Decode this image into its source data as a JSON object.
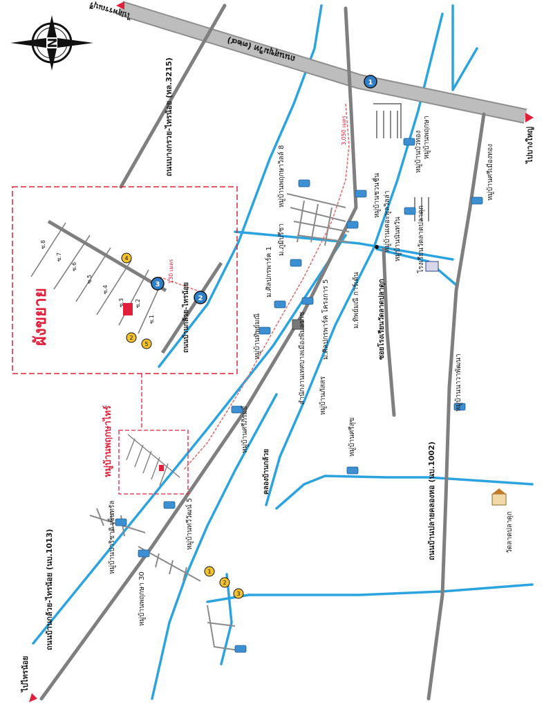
{
  "colors": {
    "road_main": "#b7b7b7",
    "road_edge": "#8e8e8e",
    "water": "#2aa3de",
    "red": "#e0203a",
    "route": "#e06a6a",
    "marker_blue": "#2f80c8",
    "marker_yellow": "#f2c12e",
    "village_icon": "#3c8fd0"
  },
  "compass": {
    "letter": "N",
    "icon": "compass-rose-icon"
  },
  "roads": {
    "highway_top": "ถนนสุขุมวิท (๓๒๔)",
    "bang_kruai_sai_noi": "ถนนบางกรวย-ไทรน้อย (ทล.3215)",
    "ban_kluay_sai_noi": "ถนนบ้านกล้วย-ไทรน้อย (นบ.1013)",
    "wat_plak_pak": "ถนนบ้านปลายคลองหอ (นบ.1002)",
    "enlarged_road": "ถนนบ้านกล้วย-ไทรน้อย",
    "direction_top": "ไปบางใหญ่",
    "direction_bottom": "ไปไทรน้อย",
    "direction_top_left": "ไปสุพรรณบุรี"
  },
  "distances": {
    "main_route": "3,050 เมตร",
    "inset_route": "130 เมตร"
  },
  "enlarged_panel": {
    "title": "ผังขยาย",
    "sois": [
      "ซ.1",
      "ซ.2",
      "ซ.3",
      "ซ.4",
      "ซ.5",
      "ซ.6",
      "ซ.7",
      "ซ.8"
    ]
  },
  "highlight_label": "หมู่บ้านพฤกษาไทร์",
  "markers": [
    {
      "id": "marker-1",
      "label": "1",
      "kind": "blue"
    },
    {
      "id": "marker-2",
      "label": "2",
      "kind": "blue"
    },
    {
      "id": "marker-3",
      "label": "3",
      "kind": "blue"
    },
    {
      "id": "marker-4",
      "label": "4",
      "kind": "yellow"
    },
    {
      "id": "marker-5",
      "label": "5",
      "kind": "yellow"
    },
    {
      "id": "marker-6",
      "label": "2",
      "kind": "yellow"
    },
    {
      "id": "marker-7",
      "label": "1",
      "kind": "yellow"
    },
    {
      "id": "marker-8",
      "label": "2",
      "kind": "yellow"
    },
    {
      "id": "marker-9",
      "label": "3",
      "kind": "yellow"
    }
  ],
  "places": {
    "p1": "หมู่บ้านพฤกษา",
    "p2": "หมู่บ้านศรีเมืองทอง",
    "p3": "หมู่บ้านเดอะพูลวิลล่า",
    "p4": "โรงเรียนวัดลาดปลาดุก",
    "p5": "หมู่บ้านนันทวัน",
    "p6": "หมู่บ้านชวนชื่น",
    "p7": "หมู่บ้านพฤกษาวิลล์ 8",
    "p8": "ม.ภูมิปรีชา",
    "p9": "ม.ศิลปกรพาร์ค 1",
    "p10": "หมู่บ้านทิพย์มณี",
    "p11": "ม.ศิลปกรพาร์ค โครงการ 5",
    "p12": "ม.ทิพย์มณี การ์เด้น",
    "p13": "สำนักงานเทศบาลเมืองพิมลราช",
    "p14": "ซอยโรงเรียนวัดลาดปลาดุก",
    "p15": "หมู่บ้านศรีภิรมย์",
    "p16": "หมู่บ้านภัสสร",
    "p17": "หมู่บ้านศรีสุข",
    "p18": "คลองบ้านกล้วย",
    "p19": "หมู่บ้านนาวาพัฒนา",
    "p20": "หมู่บ้านทวีวัฒน์ 5",
    "p21": "หมู่บ้านพฤกษา 30",
    "p22": "หมู่บ้านปาริชาติ เซ็นทรัล",
    "p23": "วัดลาดปลาดุก",
    "p24": "หมู่บ้านบัวทอง"
  }
}
